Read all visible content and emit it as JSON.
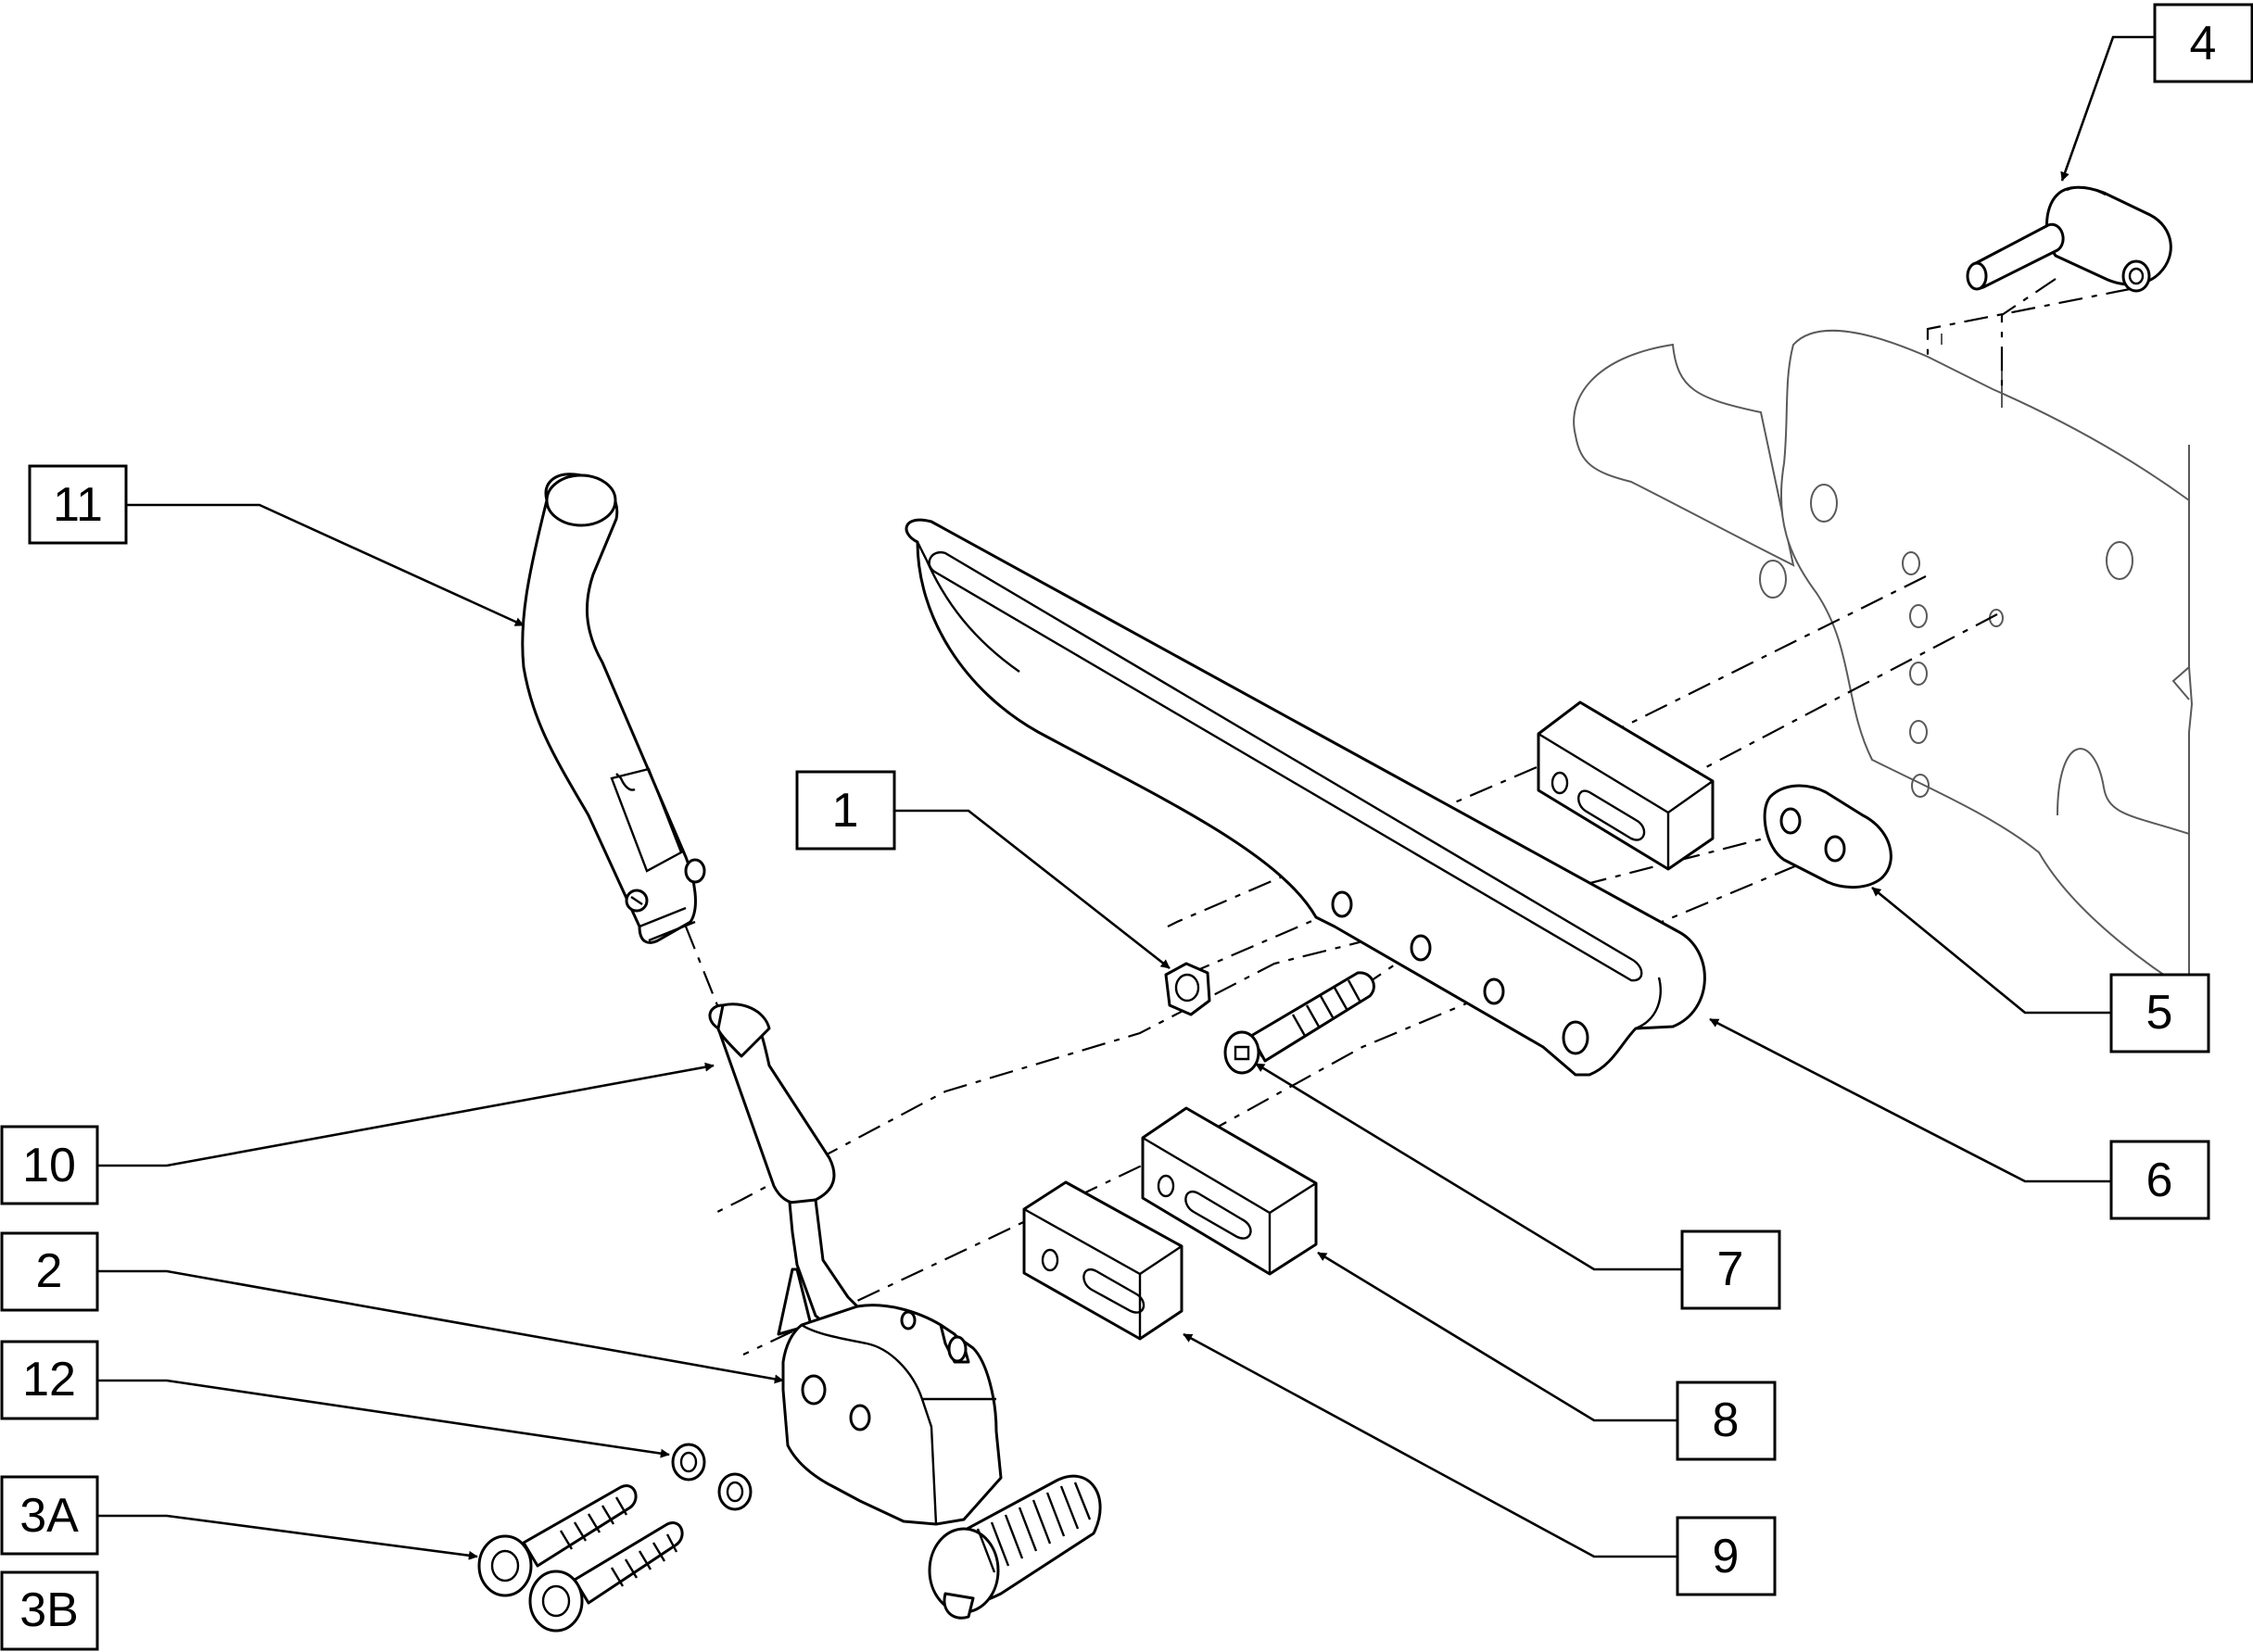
{
  "callouts": [
    {
      "id": "c1",
      "label": "1"
    },
    {
      "id": "c2",
      "label": "2"
    },
    {
      "id": "c3a",
      "label": "3A"
    },
    {
      "id": "c3b",
      "label": "3B"
    },
    {
      "id": "c4",
      "label": "4"
    },
    {
      "id": "c5",
      "label": "5"
    },
    {
      "id": "c6",
      "label": "6"
    },
    {
      "id": "c7",
      "label": "7"
    },
    {
      "id": "c8",
      "label": "8"
    },
    {
      "id": "c9",
      "label": "9"
    },
    {
      "id": "c10",
      "label": "10"
    },
    {
      "id": "c11",
      "label": "11"
    },
    {
      "id": "c12",
      "label": "12"
    }
  ],
  "colors": {
    "line": "#000000",
    "frame": "#5a5a5a",
    "background": "#ffffff"
  }
}
